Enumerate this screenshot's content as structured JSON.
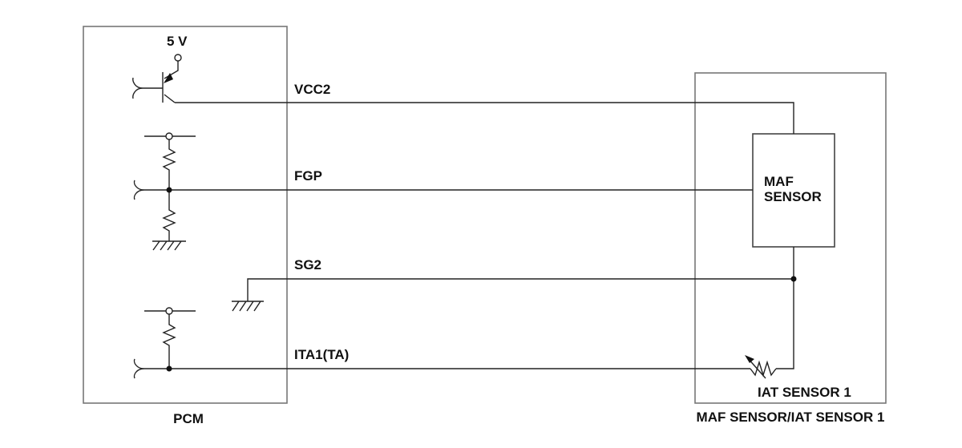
{
  "pcm": {
    "label": "PCM",
    "supply_label": "5 V"
  },
  "sensor_unit": {
    "label": "MAF SENSOR/IAT SENSOR 1",
    "maf_line1": "MAF",
    "maf_line2": "SENSOR",
    "iat_label": "IAT SENSOR 1"
  },
  "wires": [
    {
      "id": "vcc2",
      "label": "VCC2"
    },
    {
      "id": "fgp",
      "label": "FGP"
    },
    {
      "id": "sg2",
      "label": "SG2"
    },
    {
      "id": "ita1",
      "label": "ITA1(TA)"
    }
  ]
}
